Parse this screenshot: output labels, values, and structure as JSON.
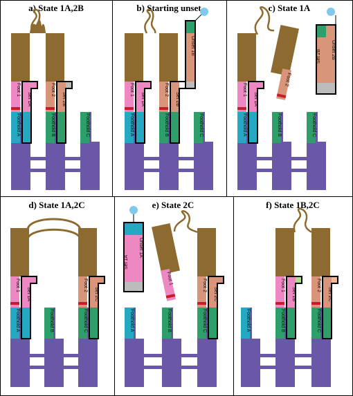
{
  "colors": {
    "brown": "#8c6a30",
    "purple": "#6a57a8",
    "pink": "#ee88c2",
    "salmon": "#d8957a",
    "teal": "#25a8c2",
    "green": "#2e9e6a",
    "gray": "#bcbcbc",
    "red": "#c41e2a",
    "lightgreen": "#a8dd8a",
    "peach": "#f3b896",
    "blue_sphere": "#80c8ec"
  },
  "panels": [
    {
      "title": "a) State 1A,2B",
      "labels": {
        "foot1": "Foot 1",
        "foot2": "Foot 2",
        "set1": "Set 1A",
        "set2": "Set 2B",
        "foothold_a": "Foothold A",
        "foothold_b": "Foothold B",
        "foothold_c": "Foothold C"
      }
    },
    {
      "title": "b) Starting unset",
      "labels": {
        "foot1": "Foot 1",
        "foot2": "Foot 2",
        "set1": "Set 1A",
        "set2": "Set 2B",
        "unset": "Unset 1B",
        "foothold_a": "Foothold A",
        "foothold_b": "Foothold B",
        "foothold_c": "Foothold C"
      }
    },
    {
      "title": "c) State 1A",
      "labels": {
        "foot1": "Foot 1",
        "foot2": "Foot 2",
        "set1": "Set 1A",
        "unset": "Unset 2B",
        "set_flip": "Set 2B",
        "foothold_a": "Foothold A",
        "foothold_b": "Foothold B",
        "foothold_c": "Foothold C"
      }
    },
    {
      "title": "d) State 1A,2C",
      "labels": {
        "foot1": "Foot 1",
        "foot2": "Foot 2",
        "set1": "Set 1A",
        "set2": "Set 2C",
        "foothold_a": "Foothold A",
        "foothold_b": "Foothold B",
        "foothold_c": "Foothold C"
      }
    },
    {
      "title": "e) State 2C",
      "labels": {
        "foot1": "Foot 1",
        "foot2": "Foot 2",
        "set2": "Set 2C",
        "unset": "Unset 1A",
        "set_flip": "Set 1A",
        "foothold_a": "Foothold A",
        "foothold_b": "Foothold B",
        "foothold_c": "Foothold C"
      }
    },
    {
      "title": "f) State 1B,2C",
      "labels": {
        "foot1": "Foot 1",
        "foot2": "Foot 2",
        "set1": "Set 1B",
        "set2": "Set 2C",
        "foothold_a": "Foothold A",
        "foothold_b": "Foothold B",
        "foothold_c": "Foothold C"
      }
    }
  ]
}
